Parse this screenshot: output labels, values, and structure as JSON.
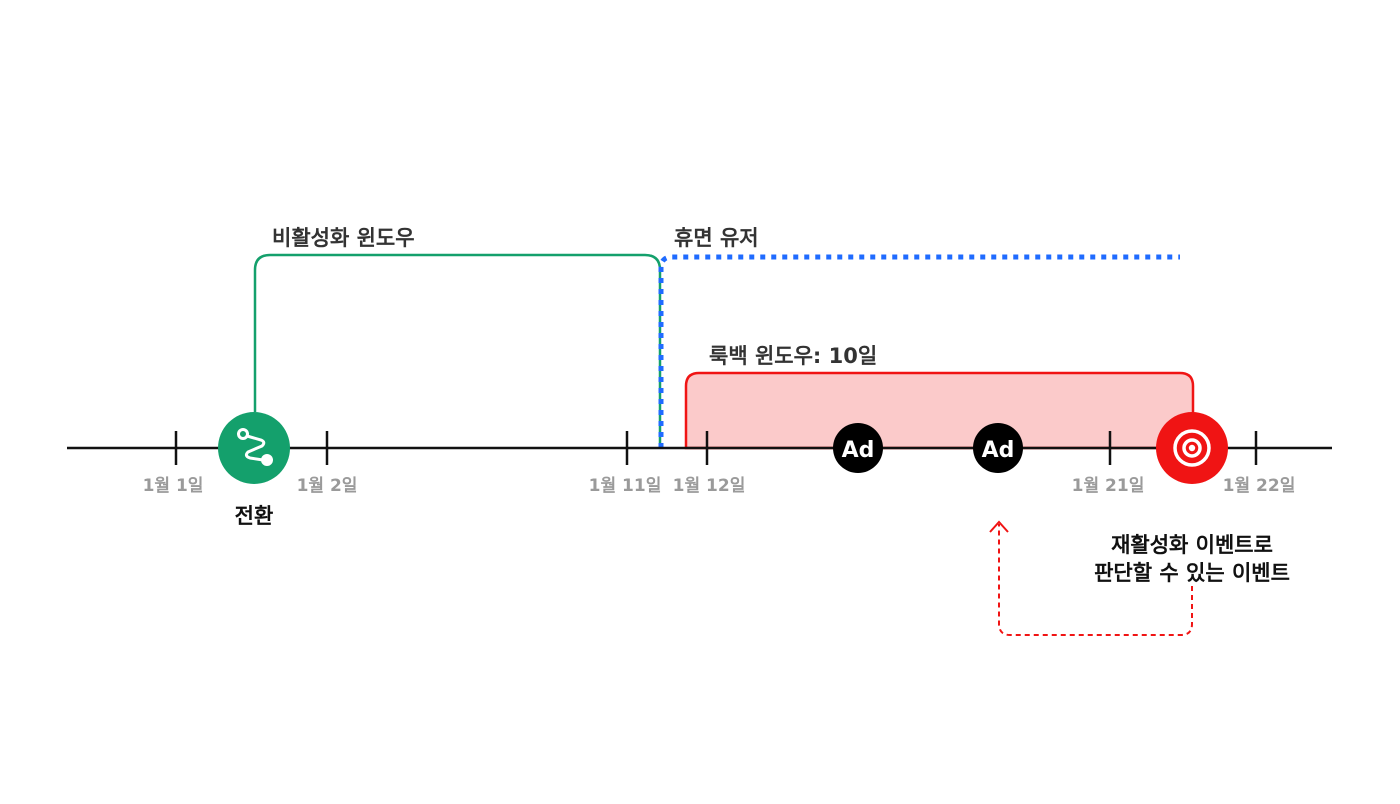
{
  "windows": {
    "inactivity_label": "비활성화 윈도우",
    "dormant_label": "휴면 유저",
    "lookback_label": "룩백 윈도우: 10일"
  },
  "ticks": [
    "1월 1일",
    "1월 2일",
    "1월 11일",
    "1월 12일",
    "1월 21일",
    "1월 22일"
  ],
  "markers": {
    "conversion_label": "전환",
    "ad_label": "Ad",
    "reactivation_note_line1": "재활성화 이벤트로",
    "reactivation_note_line2": "판단할 수 있는 이벤트"
  },
  "colors": {
    "green": "#14a06c",
    "blue": "#1f6bff",
    "red": "#f01414",
    "red_fill": "#fbcaca",
    "axis": "#111111"
  },
  "icons": {
    "conversion": "route-icon",
    "ad": "ad-badge-icon",
    "reactivation": "target-icon"
  }
}
